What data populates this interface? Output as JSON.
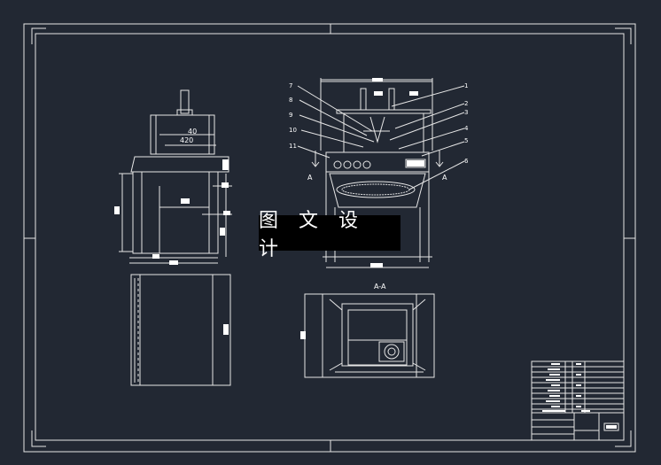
{
  "colors": {
    "background": "#222833",
    "line": "#e6e6e6",
    "watermark_bg": "#000000"
  },
  "drawing": {
    "dim_40": "40",
    "dim_420": "420",
    "section_label_left": "A",
    "section_label_right": "A",
    "section_view_title": "A-A",
    "part_numbers": [
      "1",
      "2",
      "3",
      "4",
      "5",
      "6",
      "7",
      "8",
      "9",
      "10",
      "11"
    ]
  },
  "watermark": {
    "text": "图 文 设 计"
  }
}
